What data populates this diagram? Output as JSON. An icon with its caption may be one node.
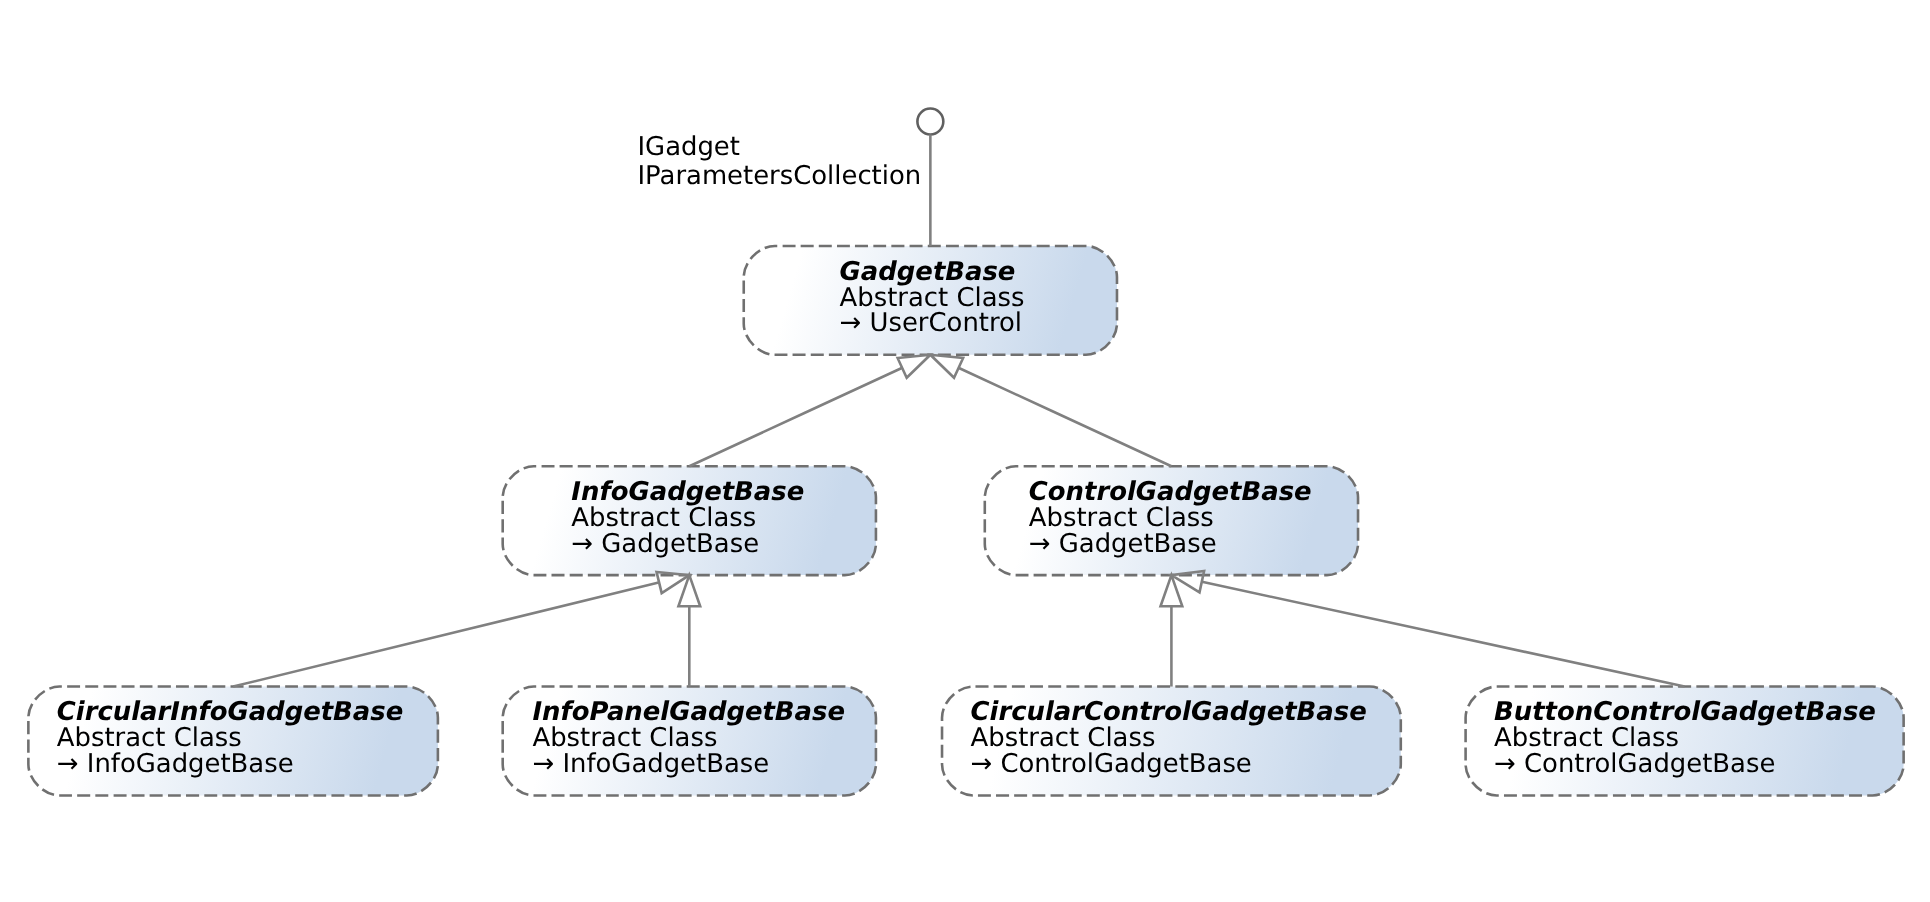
{
  "diagram": {
    "nodes": [
      {
        "text": [],
        "shape": "circle",
        "beside": [
          "IGadget",
          "IParametersCollection"
        ]
      },
      {
        "text": [
          "GadgetBase",
          "Abstract Class",
          "→ UserControl"
        ]
      },
      {
        "text": [
          "InfoGadgetBase",
          "Abstract Class",
          "→ GadgetBase"
        ]
      },
      {
        "text": [
          "ControlGadgetBase",
          "Abstract Class",
          "→ GadgetBase"
        ]
      },
      {
        "text": [
          "CircularInfoGadgetBase",
          "Abstract Class",
          "→ InfoGadgetBase"
        ]
      },
      {
        "text": [
          "InfoPanelGadgetBase",
          "Abstract Class",
          "→ InfoGadgetBase"
        ]
      },
      {
        "text": [
          "CircularControlGadgetBase",
          "Abstract Class",
          "→ ControlGadgetBase"
        ]
      },
      {
        "text": [
          "ButtonControlGadgetBase",
          "Abstract Class",
          "→ ControlGadgetBase"
        ]
      }
    ],
    "edges": [
      {
        "from": 1,
        "to": 0,
        "arrow": "none"
      },
      {
        "from": 2,
        "to": 1,
        "arrow": "to"
      },
      {
        "from": 3,
        "to": 1,
        "arrow": "to"
      },
      {
        "from": 4,
        "to": 2,
        "arrow": "to"
      },
      {
        "from": 5,
        "to": 2,
        "arrow": "to"
      },
      {
        "from": 6,
        "to": 3,
        "arrow": "to"
      },
      {
        "from": 7,
        "to": 3,
        "arrow": "to"
      }
    ]
  }
}
